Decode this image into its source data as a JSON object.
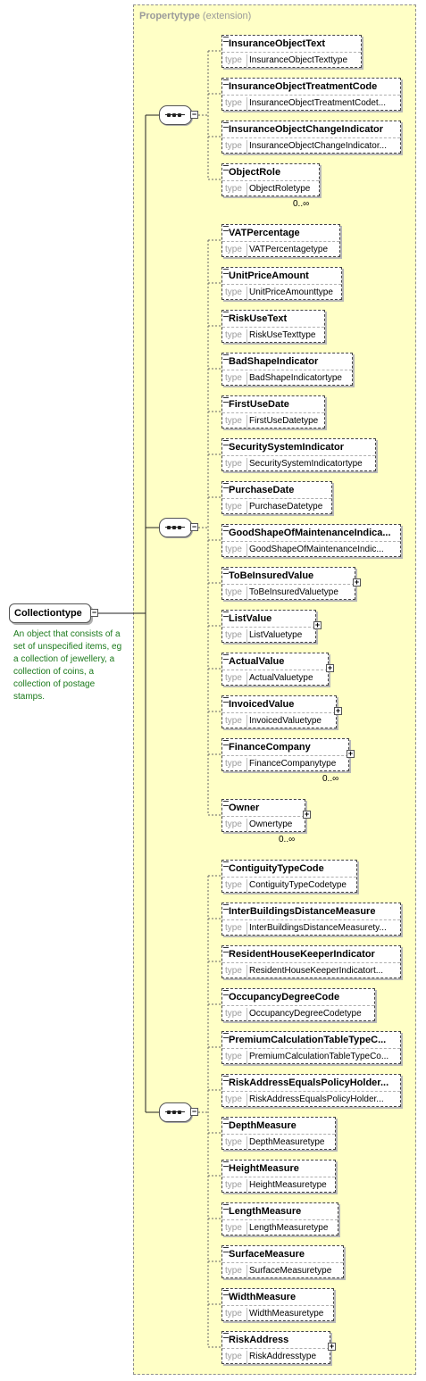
{
  "extension": {
    "name": "Propertytype",
    "suffix": "(extension)"
  },
  "root": {
    "name": "Collectiontype",
    "documentation": "An object that consists of a set of unspecified items, eg a collection of jewellery, a collection of coins, a collection of postage stamps."
  },
  "type_label": "type",
  "groups": [
    {
      "elements": [
        {
          "name": "InsuranceObjectText",
          "type": "InsuranceObjectTexttype",
          "expandable": false,
          "cardinality": ""
        },
        {
          "name": "InsuranceObjectTreatmentCode",
          "type": "InsuranceObjectTreatmentCodet...",
          "expandable": false,
          "cardinality": ""
        },
        {
          "name": "InsuranceObjectChangeIndicator",
          "type": "InsuranceObjectChangeIndicator...",
          "expandable": false,
          "cardinality": ""
        },
        {
          "name": "ObjectRole",
          "type": "ObjectRoletype",
          "expandable": false,
          "cardinality": "0..∞"
        }
      ]
    },
    {
      "elements": [
        {
          "name": "VATPercentage",
          "type": "VATPercentagetype",
          "expandable": false,
          "cardinality": ""
        },
        {
          "name": "UnitPriceAmount",
          "type": "UnitPriceAmounttype",
          "expandable": false,
          "cardinality": ""
        },
        {
          "name": "RiskUseText",
          "type": "RiskUseTexttype",
          "expandable": false,
          "cardinality": ""
        },
        {
          "name": "BadShapeIndicator",
          "type": "BadShapeIndicatortype",
          "expandable": false,
          "cardinality": ""
        },
        {
          "name": "FirstUseDate",
          "type": "FirstUseDatetype",
          "expandable": false,
          "cardinality": ""
        },
        {
          "name": "SecuritySystemIndicator",
          "type": "SecuritySystemIndicatortype",
          "expandable": false,
          "cardinality": ""
        },
        {
          "name": "PurchaseDate",
          "type": "PurchaseDatetype",
          "expandable": false,
          "cardinality": ""
        },
        {
          "name": "GoodShapeOfMaintenanceIndica...",
          "type": "GoodShapeOfMaintenanceIndic...",
          "expandable": false,
          "cardinality": ""
        },
        {
          "name": "ToBeInsuredValue",
          "type": "ToBeInsuredValuetype",
          "expandable": true,
          "cardinality": ""
        },
        {
          "name": "ListValue",
          "type": "ListValuetype",
          "expandable": true,
          "cardinality": ""
        },
        {
          "name": "ActualValue",
          "type": "ActualValuetype",
          "expandable": true,
          "cardinality": ""
        },
        {
          "name": "InvoicedValue",
          "type": "InvoicedValuetype",
          "expandable": true,
          "cardinality": ""
        },
        {
          "name": "FinanceCompany",
          "type": "FinanceCompanytype",
          "expandable": true,
          "cardinality": "0..∞"
        },
        {
          "name": "Owner",
          "type": "Ownertype",
          "expandable": true,
          "cardinality": "0..∞"
        }
      ]
    },
    {
      "elements": [
        {
          "name": "ContiguityTypeCode",
          "type": "ContiguityTypeCodetype",
          "expandable": false,
          "cardinality": ""
        },
        {
          "name": "InterBuildingsDistanceMeasure",
          "type": "InterBuildingsDistanceMeasurety...",
          "expandable": false,
          "cardinality": ""
        },
        {
          "name": "ResidentHouseKeeperIndicator",
          "type": "ResidentHouseKeeperIndicatort...",
          "expandable": false,
          "cardinality": ""
        },
        {
          "name": "OccupancyDegreeCode",
          "type": "OccupancyDegreeCodetype",
          "expandable": false,
          "cardinality": ""
        },
        {
          "name": "PremiumCalculationTableTypeC...",
          "type": "PremiumCalculationTableTypeCo...",
          "expandable": false,
          "cardinality": ""
        },
        {
          "name": "RiskAddressEqualsPolicyHolder...",
          "type": "RiskAddressEqualsPolicyHolder...",
          "expandable": false,
          "cardinality": ""
        },
        {
          "name": "DepthMeasure",
          "type": "DepthMeasuretype",
          "expandable": false,
          "cardinality": ""
        },
        {
          "name": "HeightMeasure",
          "type": "HeightMeasuretype",
          "expandable": false,
          "cardinality": ""
        },
        {
          "name": "LengthMeasure",
          "type": "LengthMeasuretype",
          "expandable": false,
          "cardinality": ""
        },
        {
          "name": "SurfaceMeasure",
          "type": "SurfaceMeasuretype",
          "expandable": false,
          "cardinality": ""
        },
        {
          "name": "WidthMeasure",
          "type": "WidthMeasuretype",
          "expandable": false,
          "cardinality": ""
        },
        {
          "name": "RiskAddress",
          "type": "RiskAddresstype",
          "expandable": true,
          "cardinality": ""
        }
      ]
    }
  ]
}
